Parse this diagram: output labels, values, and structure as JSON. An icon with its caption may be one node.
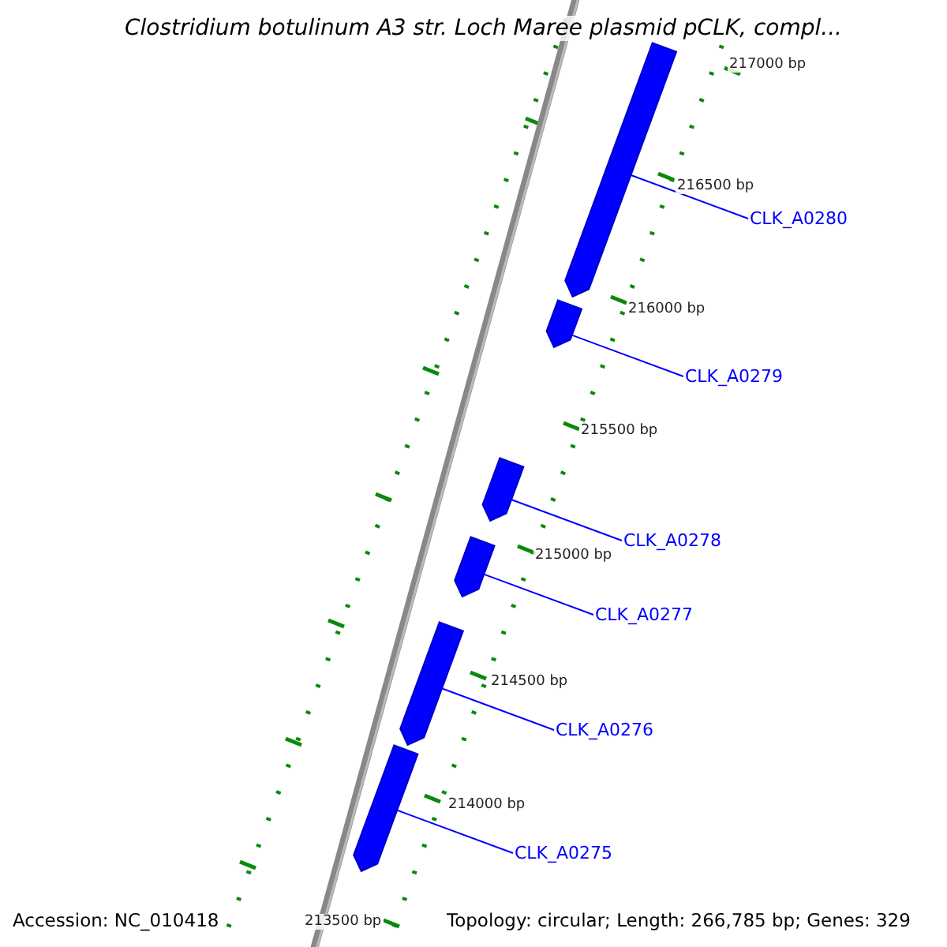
{
  "diagram": {
    "title": "Clostridium botulinum A3 str. Loch Maree plasmid pCLK, compl...",
    "nodes": [
      {
        "text": [],
        "shape": "arrow"
      },
      {
        "text": [
          "CLK_A0280"
        ]
      },
      {
        "text": [],
        "shape": "arrow"
      },
      {
        "text": [
          "CLK_A0279"
        ]
      },
      {
        "text": [],
        "shape": "arrow"
      },
      {
        "text": [
          "CLK_A0278"
        ]
      },
      {
        "text": [],
        "shape": "arrow"
      },
      {
        "text": [
          "CLK_A0277"
        ]
      },
      {
        "text": [],
        "shape": "arrow"
      },
      {
        "text": [
          "CLK_A0276"
        ]
      },
      {
        "text": [],
        "shape": "arrow"
      },
      {
        "text": [
          "CLK_A0275"
        ]
      }
    ],
    "edges": [
      {
        "from": 1,
        "to": 0,
        "arrow": "none"
      },
      {
        "from": 3,
        "to": 2,
        "arrow": "none"
      },
      {
        "from": 5,
        "to": 4,
        "arrow": "none"
      },
      {
        "from": 7,
        "to": 6,
        "arrow": "none"
      },
      {
        "from": 9,
        "to": 8,
        "arrow": "none"
      },
      {
        "from": 11,
        "to": 10,
        "arrow": "none"
      }
    ],
    "labels": [
      "217000 bp",
      "216500 bp",
      "216000 bp",
      "215500 bp",
      "215000 bp",
      "214500 bp",
      "214000 bp",
      "213500 bp",
      "Accession: NC_010418",
      "Topology: circular; Length: 266,785 bp; Genes: 329"
    ]
  }
}
